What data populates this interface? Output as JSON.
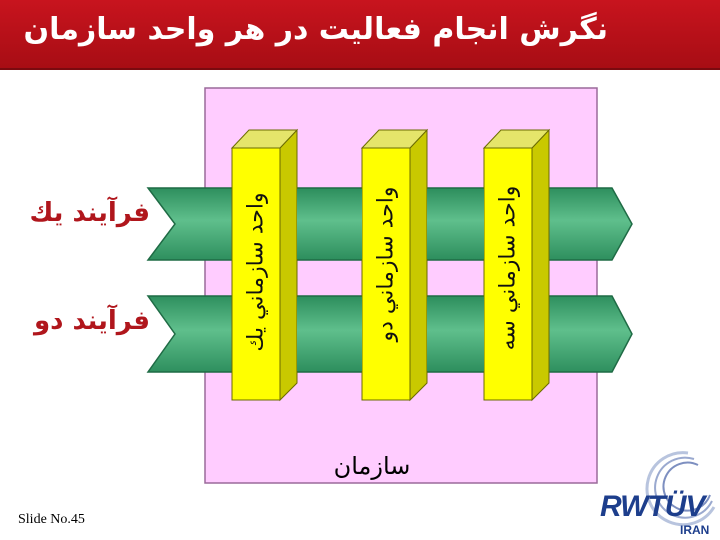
{
  "header": {
    "title": "نگرش انجام فعاليت در هر واحد سازمان"
  },
  "diagram": {
    "processes": [
      {
        "label": "فرآيند يك"
      },
      {
        "label": "فرآيند دو"
      }
    ],
    "units": [
      {
        "label": "واحد سازماني يك"
      },
      {
        "label": "واحد سازماني دو"
      },
      {
        "label": "واحد سازماني سه"
      }
    ],
    "organization_label": "سازمان",
    "colors": {
      "org_box": "#ffccff",
      "unit_front": "#ffff00",
      "unit_side": "#c9c900",
      "process_arrow": "#339966",
      "title_bar": "#c0141c",
      "process_text": "#b0161c"
    }
  },
  "footer": {
    "slide_label": "Slide No.45",
    "logo_text": "RWTÜV",
    "logo_subtext": "IRAN",
    "logo_icon": "swoosh-logo-icon"
  }
}
